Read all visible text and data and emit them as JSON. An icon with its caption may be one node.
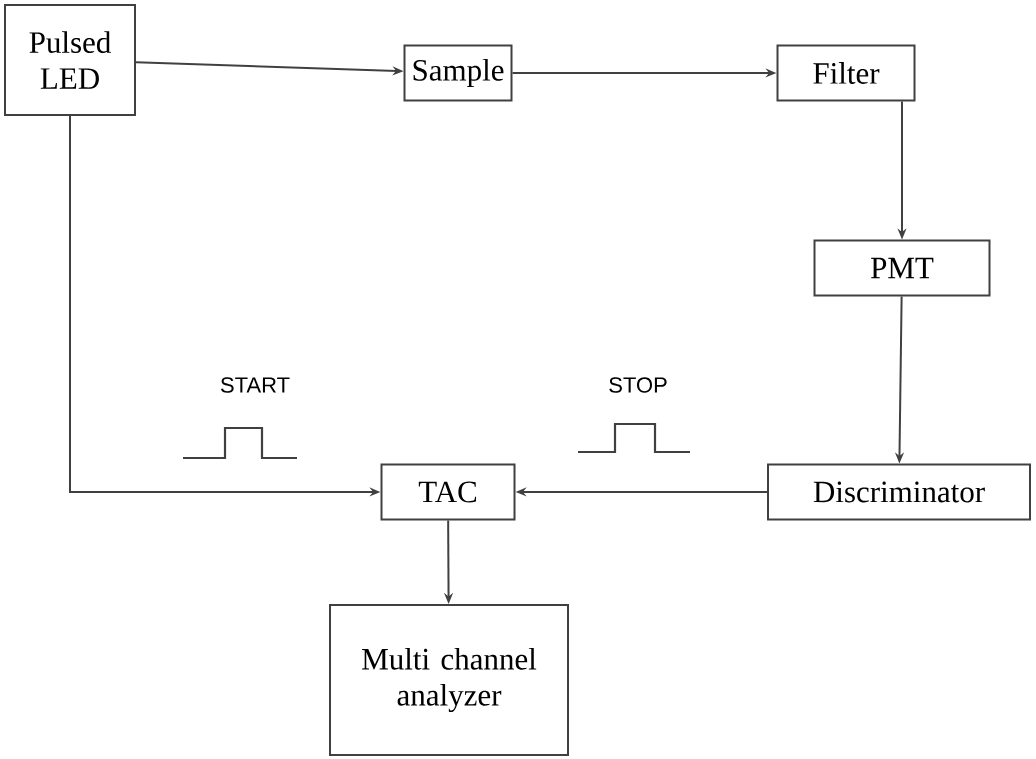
{
  "diagram": {
    "nodes": [
      {
        "text": [
          "Pulsed LED"
        ]
      },
      {
        "text": [
          "Sample"
        ]
      },
      {
        "text": [
          "Filter"
        ]
      },
      {
        "text": [
          "PMT"
        ]
      },
      {
        "text": [
          "Discriminator"
        ]
      },
      {
        "text": [
          "TAC"
        ]
      },
      {
        "text": [
          "Multi channel analyzer"
        ]
      }
    ],
    "edges": [
      {
        "from": 0,
        "to": 1,
        "arrow": "to"
      },
      {
        "from": 1,
        "to": 2,
        "arrow": "to"
      },
      {
        "from": 2,
        "to": 3,
        "arrow": "to"
      },
      {
        "from": 3,
        "to": 4,
        "arrow": "to"
      },
      {
        "from": 4,
        "to": 5,
        "arrow": "to"
      },
      {
        "from": 0,
        "to": 5,
        "arrow": "to"
      },
      {
        "from": 5,
        "to": 6,
        "arrow": "to"
      }
    ],
    "labels": [
      "START",
      "STOP"
    ]
  }
}
